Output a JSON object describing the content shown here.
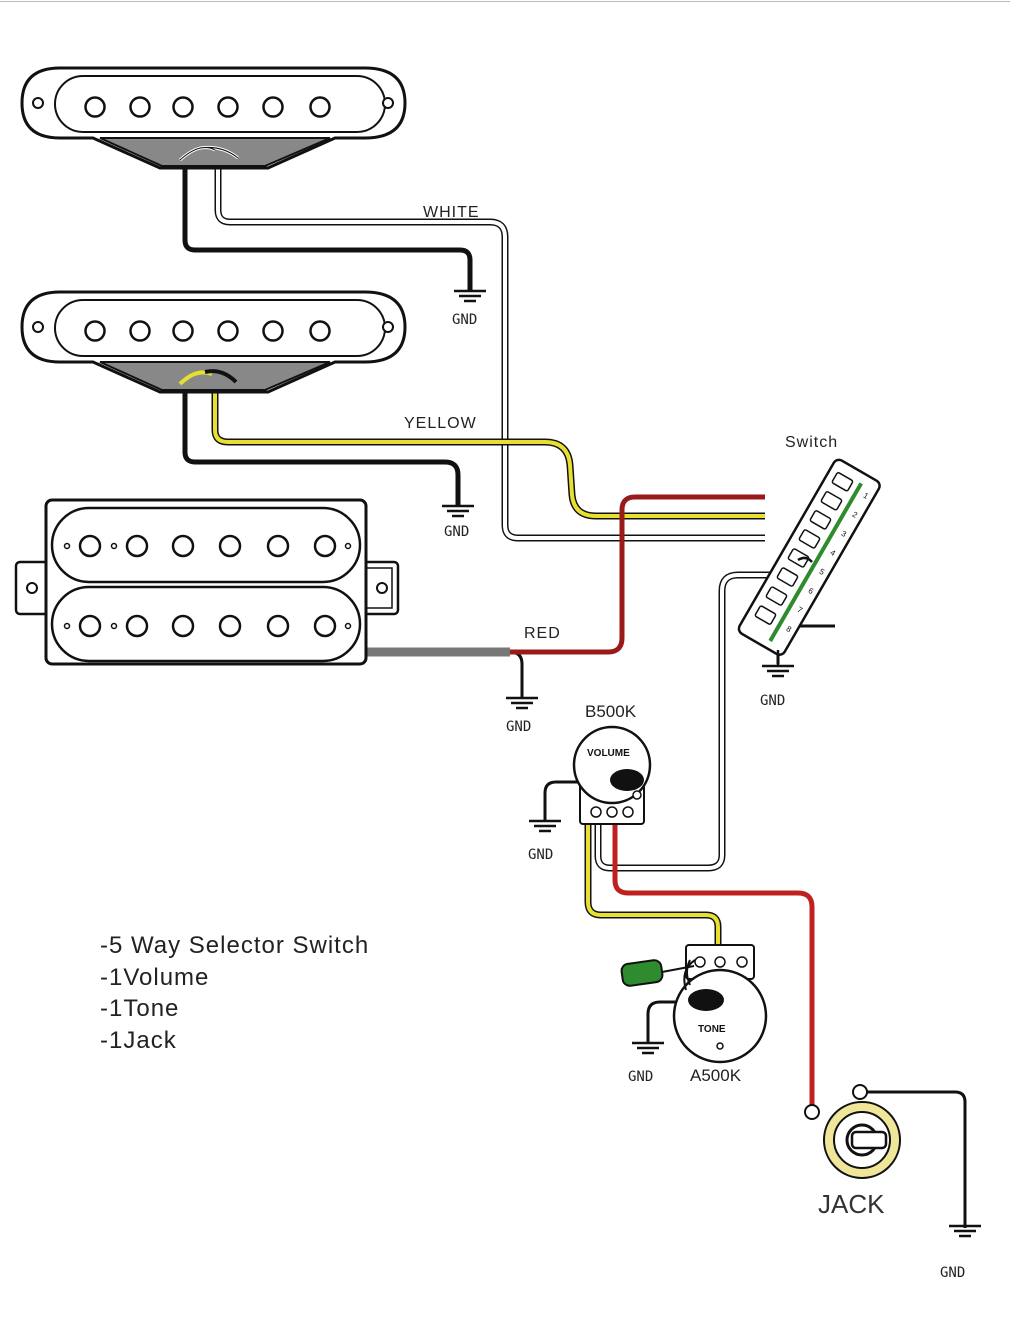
{
  "wire_labels": {
    "white": "WHITE",
    "yellow": "YELLOW",
    "red": "RED"
  },
  "switch": {
    "label": "Switch",
    "terminals": [
      "1",
      "2",
      "3",
      "4",
      "5",
      "6",
      "7",
      "8"
    ]
  },
  "ground_label": "GND",
  "volume_pot": {
    "value": "B500K",
    "face": "VOLUME"
  },
  "tone_pot": {
    "value": "A500K",
    "face": "TONE"
  },
  "jack": {
    "label": "JACK"
  },
  "parts_list": [
    "-5 Way Selector Switch",
    "-1Volume",
    "-1Tone",
    "-1Jack"
  ],
  "colors": {
    "black": "#111111",
    "white_wire": "#ffffff",
    "yellow": "#e8e030",
    "red": "#b01e1e",
    "green": "#2e8b2e",
    "gray_cable": "#777777"
  }
}
